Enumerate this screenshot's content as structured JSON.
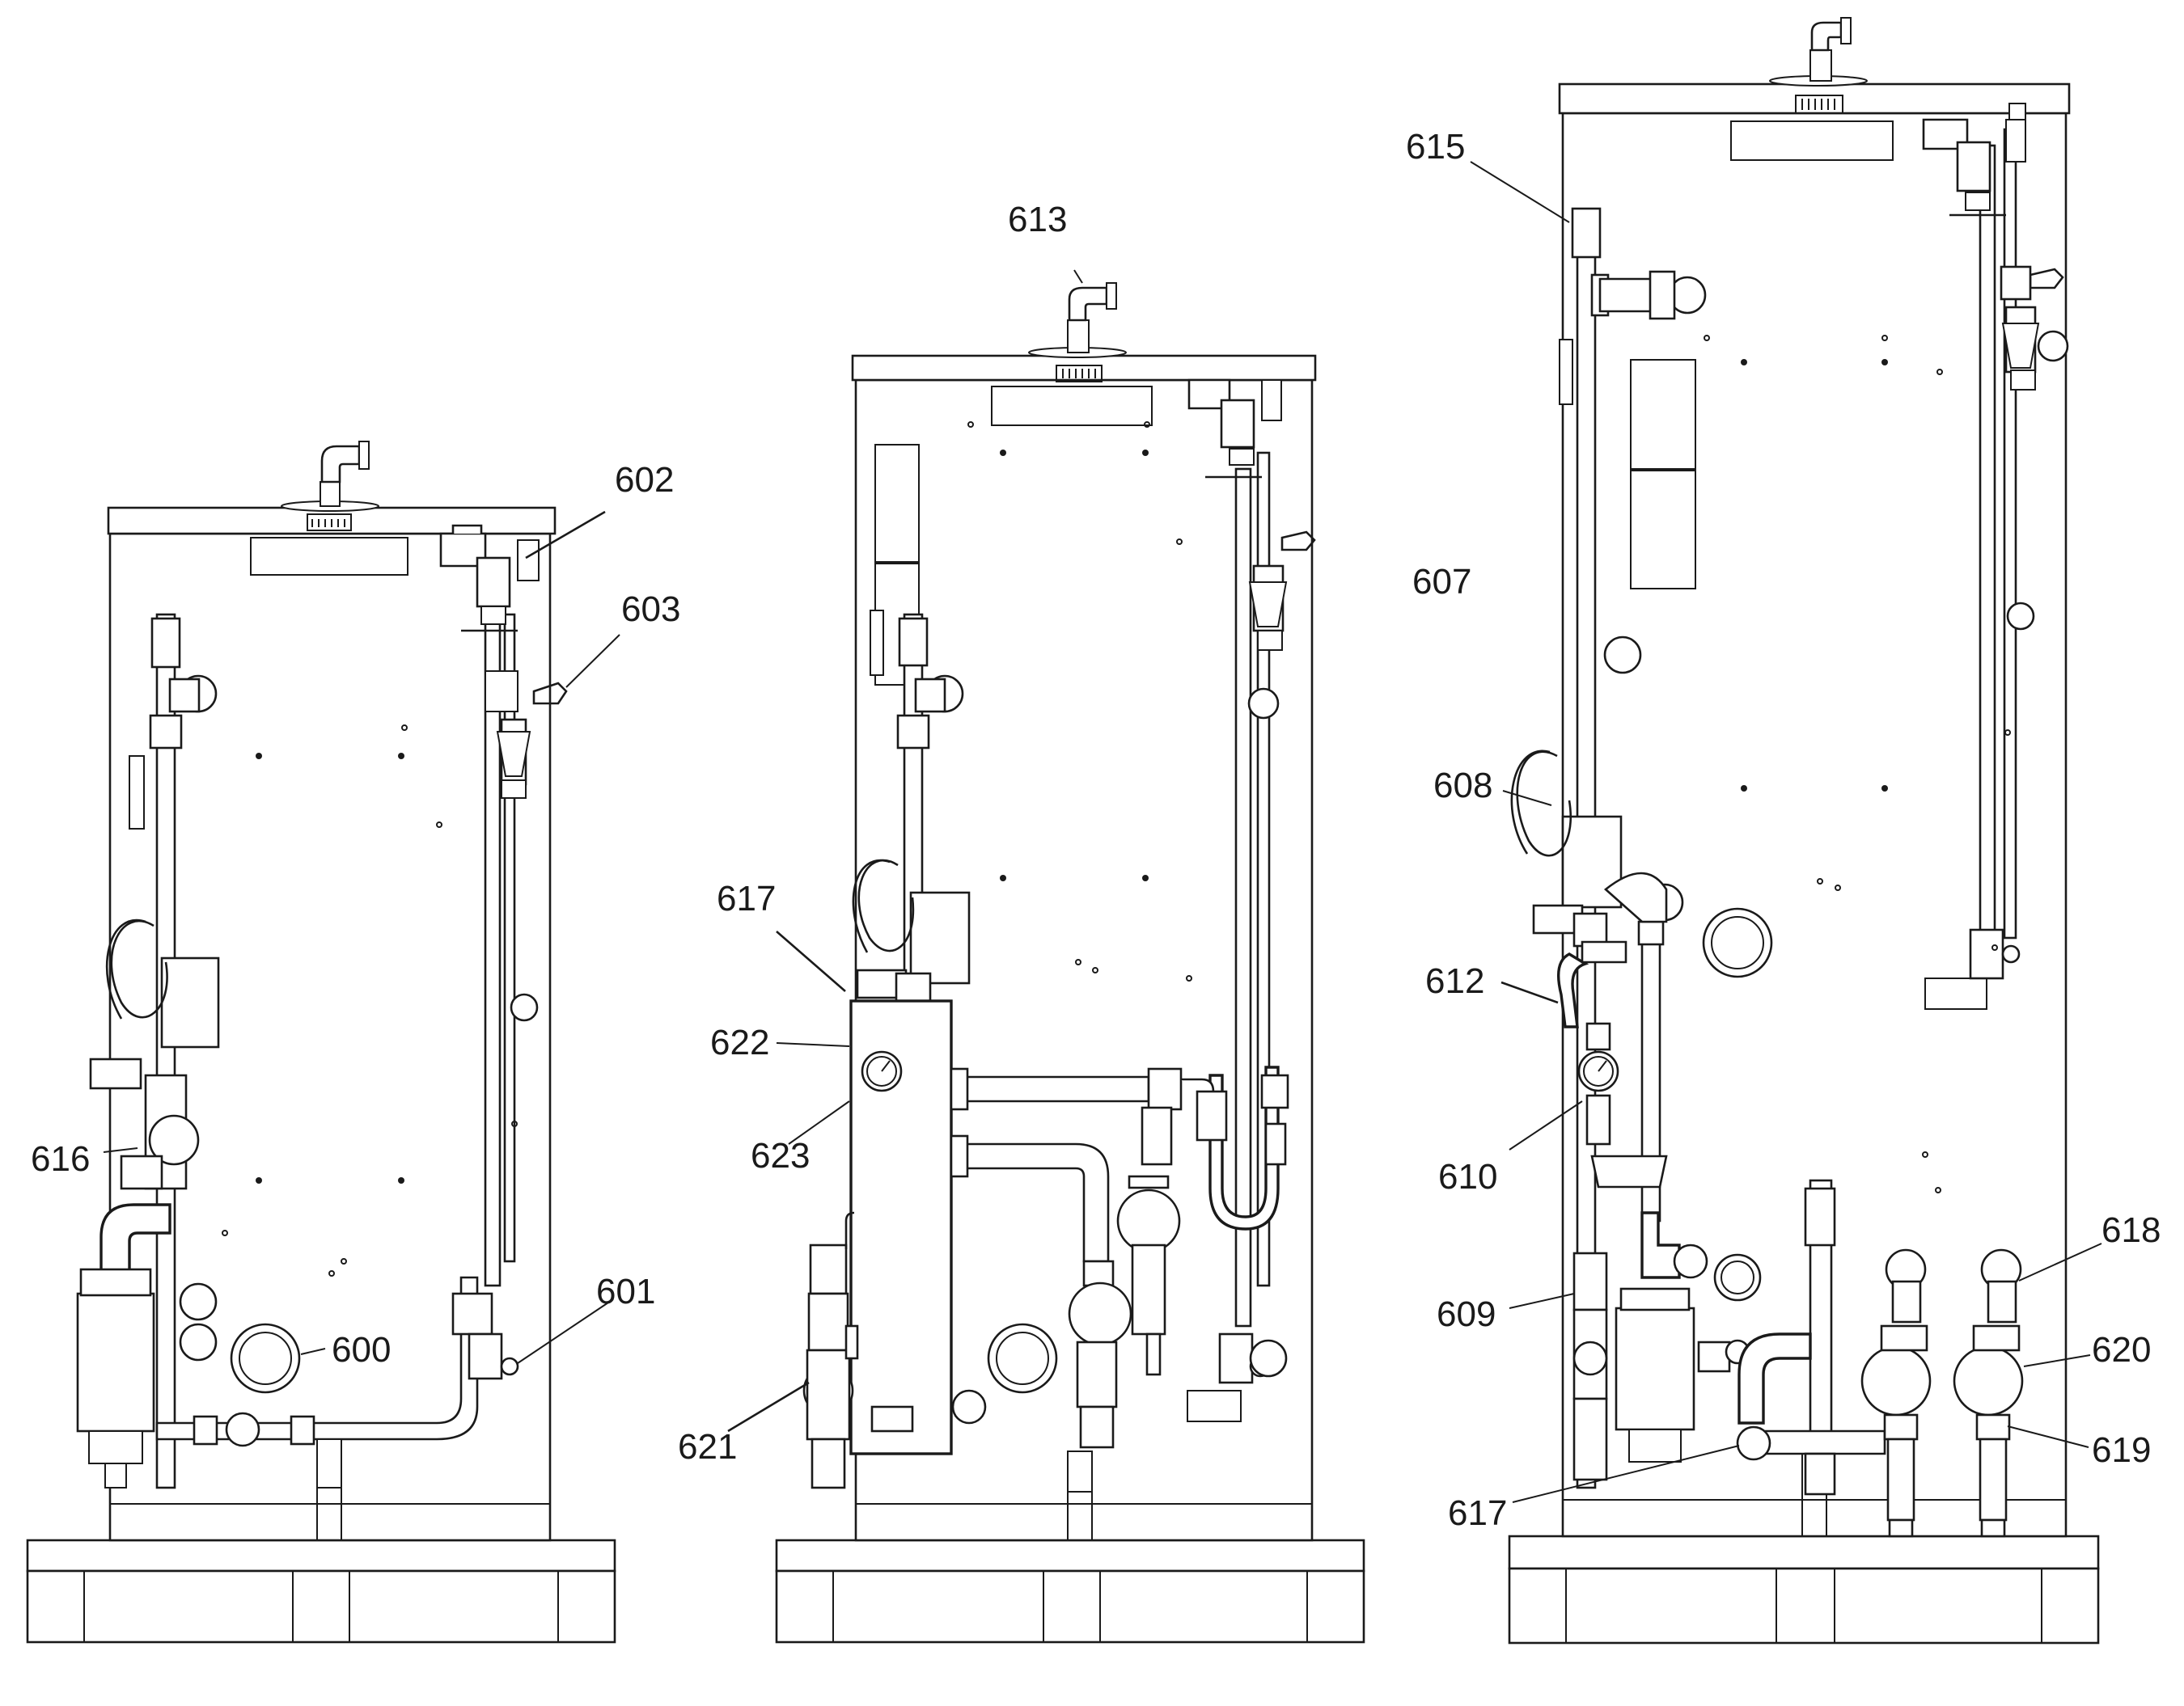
{
  "palette": {
    "ink": "#1a1a1a",
    "paper": "#ffffff"
  },
  "diagram": {
    "units": [
      {
        "id": "left",
        "labels": [
          {
            "key": "l602",
            "text": "602"
          },
          {
            "key": "l603",
            "text": "603"
          },
          {
            "key": "l616",
            "text": "616"
          },
          {
            "key": "l601",
            "text": "601"
          },
          {
            "key": "l600",
            "text": "600"
          }
        ]
      },
      {
        "id": "middle",
        "labels": [
          {
            "key": "l613",
            "text": "613"
          },
          {
            "key": "l617",
            "text": "617"
          },
          {
            "key": "l622",
            "text": "622"
          },
          {
            "key": "l623",
            "text": "623"
          },
          {
            "key": "l621",
            "text": "621"
          }
        ]
      },
      {
        "id": "right",
        "labels": [
          {
            "key": "l615",
            "text": "615"
          },
          {
            "key": "l607",
            "text": "607"
          },
          {
            "key": "l608",
            "text": "608"
          },
          {
            "key": "l612",
            "text": "612"
          },
          {
            "key": "l610",
            "text": "610"
          },
          {
            "key": "l609",
            "text": "609"
          },
          {
            "key": "l618",
            "text": "618"
          },
          {
            "key": "l620",
            "text": "620"
          },
          {
            "key": "l619",
            "text": "619"
          },
          {
            "key": "l617b",
            "text": "617"
          }
        ]
      }
    ]
  }
}
